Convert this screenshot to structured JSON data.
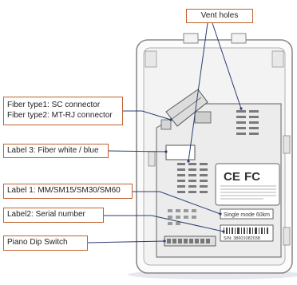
{
  "callouts": {
    "vent_holes": "Vent holes",
    "fiber_type1": "Fiber type1: SC connector",
    "fiber_type2": "Fiber type2: MT-RJ connector",
    "label3": "Label 3: Fiber white / blue",
    "label1": "Label 1: MM/SM15/SM30/SM60",
    "label2": "Label2: Serial number",
    "dip_switch": "Piano Dip Switch"
  },
  "device_labels": {
    "ce_mark": "CE",
    "fc_mark": "FC",
    "mode_label": "Single mode 60km",
    "serial": "S/N: 38601082038"
  },
  "colors": {
    "callout_border": "#c0622e",
    "leader_line": "#2c3e70"
  }
}
